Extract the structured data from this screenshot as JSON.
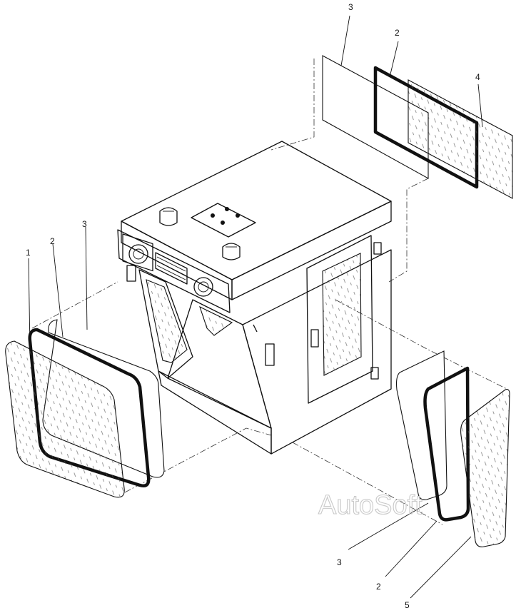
{
  "callouts": [
    {
      "id": "c-3-top",
      "text": "3"
    },
    {
      "id": "c-2-top",
      "text": "2"
    },
    {
      "id": "c-4-top",
      "text": "4"
    },
    {
      "id": "c-1-left",
      "text": "1"
    },
    {
      "id": "c-2-left",
      "text": "2"
    },
    {
      "id": "c-3-left",
      "text": "3"
    },
    {
      "id": "c-3-bottom",
      "text": "3"
    },
    {
      "id": "c-2-bottom",
      "text": "2"
    },
    {
      "id": "c-5-bottom",
      "text": "5"
    }
  ],
  "watermark": "AutoSoft"
}
